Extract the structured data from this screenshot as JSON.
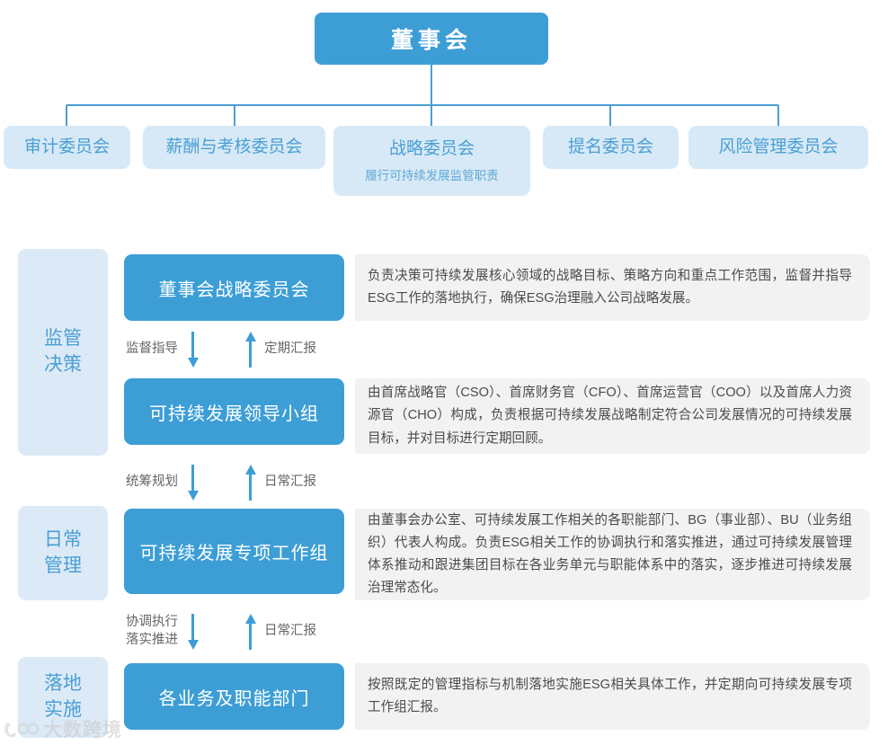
{
  "org_chart": {
    "root": {
      "label": "董事会"
    },
    "committees": [
      {
        "title": "审计委员会",
        "subtitle": ""
      },
      {
        "title": "薪酬与考核委员会",
        "subtitle": ""
      },
      {
        "title": "战略委员会",
        "subtitle": "履行可持续发展监管职责"
      },
      {
        "title": "提名委员会",
        "subtitle": ""
      },
      {
        "title": "风险管理委员会",
        "subtitle": ""
      }
    ]
  },
  "governance": {
    "stages": [
      {
        "label": "监管\n决策"
      },
      {
        "label": "日常\n管理"
      },
      {
        "label": "落地\n实施"
      }
    ],
    "stage_labels": [
      "监管决策",
      "日常管理",
      "落地实施"
    ],
    "rows": [
      {
        "role": "董事会战略委员会",
        "description": "负责决策可持续发展核心领域的战略目标、策略方向和重点工作范围，监督并指导ESG工作的落地执行，确保ESG治理融入公司战略发展。"
      },
      {
        "role": "可持续发展领导小组",
        "description": "由首席战略官（CSO）、首席财务官（CFO）、首席运营官（COO）以及首席人力资源官（CHO）构成，负责根据可持续发展战略制定符合公司发展情况的可持续发展目标，并对目标进行定期回顾。"
      },
      {
        "role": "可持续发展专项工作组",
        "description": "由董事会办公室、可持续发展工作相关的各职能部门、BG（事业部）、BU（业务组织）代表人构成。负责ESG相关工作的协调执行和落实推进，通过可持续发展管理体系推动和跟进集团目标在各业务单元与职能体系中的落实，逐步推进可持续发展治理常态化。"
      },
      {
        "role": "各业务及职能部门",
        "description": "按照既定的管理指标与机制落地实施ESG相关具体工作，并定期向可持续发展专项工作组汇报。"
      }
    ],
    "connectors": [
      {
        "down_label": "监督指导",
        "up_label": "定期汇报"
      },
      {
        "down_label": "统筹规划",
        "up_label": "日常汇报"
      },
      {
        "down_label": "协调执行\n落实推进",
        "down_label_line1": "协调执行",
        "down_label_line2": "落实推进",
        "up_label": "日常汇报"
      }
    ]
  },
  "watermark": {
    "text": "大数跨境"
  },
  "colors": {
    "primary_blue": "#3d9ed6",
    "light_blue": "#d7e9f6",
    "stage_blue": "#dceaf7",
    "desc_gray": "#f2f2f2",
    "text_gray": "#4b4b4b",
    "label_gray": "#666666",
    "connector_line": "#4a9fd4"
  }
}
